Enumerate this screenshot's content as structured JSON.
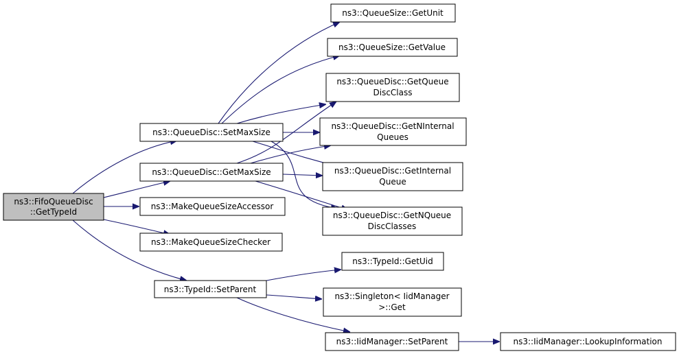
{
  "graph": {
    "nodes": {
      "root": [
        "ns3::FifoQueueDisc",
        "::GetTypeId"
      ],
      "setMaxSize": [
        "ns3::QueueDisc::SetMaxSize"
      ],
      "getMaxSize": [
        "ns3::QueueDisc::GetMaxSize"
      ],
      "makeAccessor": [
        "ns3::MakeQueueSizeAccessor"
      ],
      "makeChecker": [
        "ns3::MakeQueueSizeChecker"
      ],
      "setParent": [
        "ns3::TypeId::SetParent"
      ],
      "getUnit": [
        "ns3::QueueSize::GetUnit"
      ],
      "getValue": [
        "ns3::QueueSize::GetValue"
      ],
      "getQueueDiscClass": [
        "ns3::QueueDisc::GetQueue",
        "DiscClass"
      ],
      "getNInternalQueues": [
        "ns3::QueueDisc::GetNInternal",
        "Queues"
      ],
      "getInternalQueue": [
        "ns3::QueueDisc::GetInternal",
        "Queue"
      ],
      "getNQueueDiscClasses": [
        "ns3::QueueDisc::GetNQueue",
        "DiscClasses"
      ],
      "getUid": [
        "ns3::TypeId::GetUid"
      ],
      "singletonGet": [
        "ns3::Singleton< IidManager",
        ">::Get"
      ],
      "iidSetParent": [
        "ns3::IidManager::SetParent"
      ],
      "lookupInformation": [
        "ns3::IidManager::LookupInformation"
      ]
    }
  }
}
